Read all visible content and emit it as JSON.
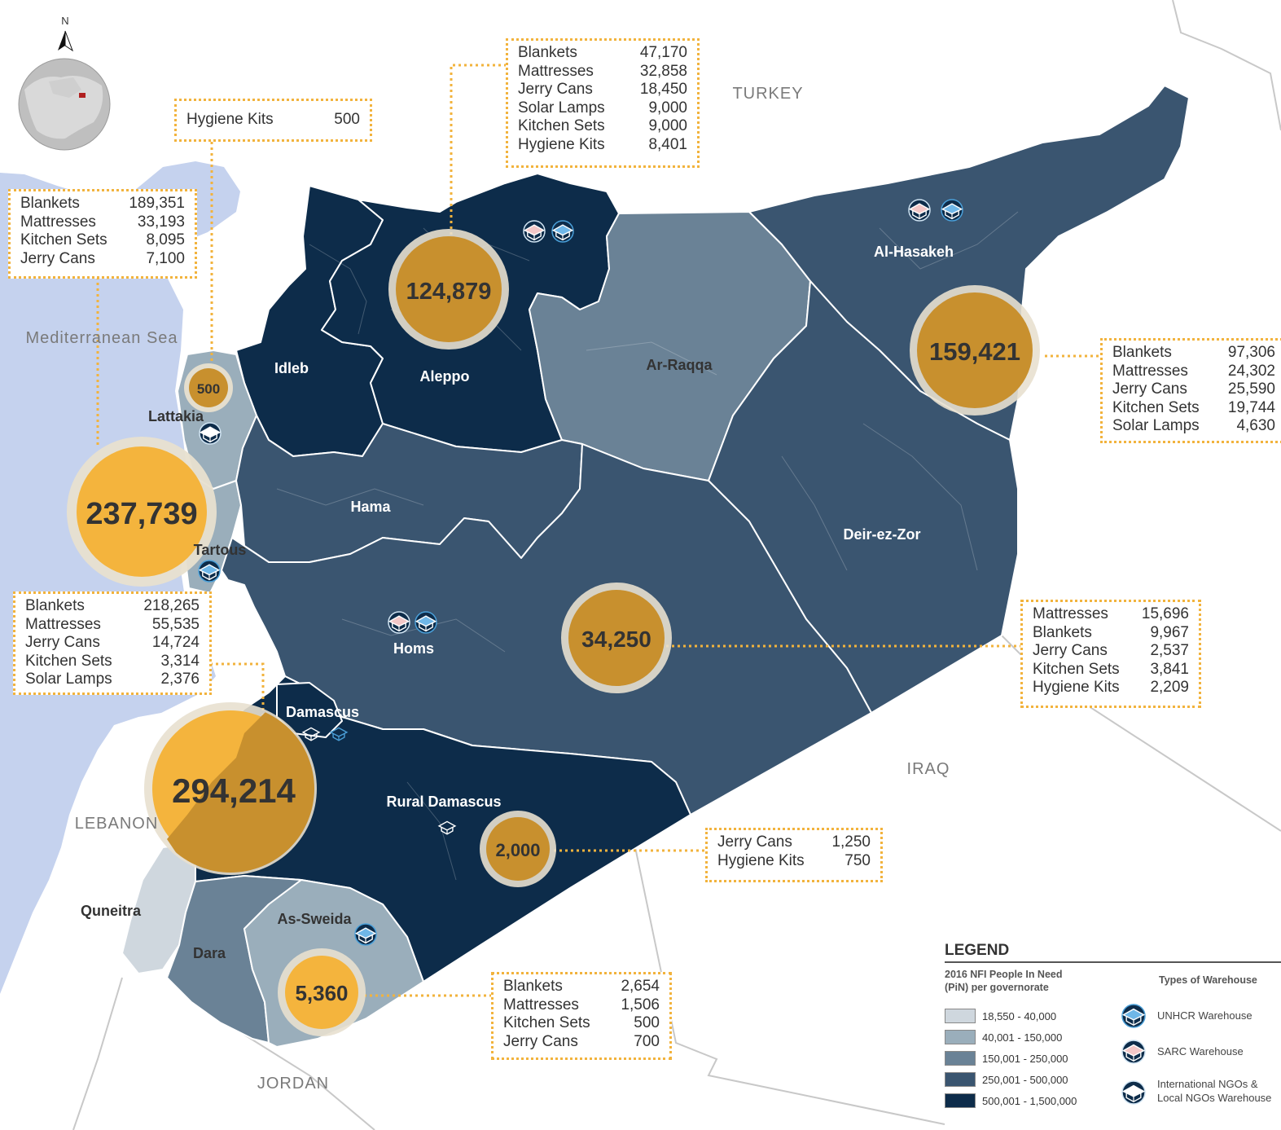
{
  "colors": {
    "water": "#c5d2ee",
    "class1": "#cfd7de",
    "class2": "#9aaebb",
    "class3": "#6a8296",
    "class4": "#3a5570",
    "class5": "#0d2c4a",
    "bubble": "#c8902e",
    "bubble_bright": "#f4b43d",
    "bubble_halo": "#e8e0cf",
    "box_border": "#f2b33d"
  },
  "north_label": "N",
  "countries": {
    "turkey": "TURKEY",
    "iraq": "IRAQ",
    "lebanon": "LEBANON",
    "jordan": "JORDAN"
  },
  "sea": "Mediterranean Sea",
  "governorates": [
    {
      "key": "idleb",
      "name": "Idleb",
      "class": 5
    },
    {
      "key": "aleppo",
      "name": "Aleppo",
      "class": 5
    },
    {
      "key": "raqqa",
      "name": "Ar-Raqqa",
      "class": 3
    },
    {
      "key": "hasakeh",
      "name": "Al-Hasakeh",
      "class": 4
    },
    {
      "key": "lattakia",
      "name": "Lattakia",
      "class": 2
    },
    {
      "key": "tartous",
      "name": "Tartous",
      "class": 2
    },
    {
      "key": "hama",
      "name": "Hama",
      "class": 4
    },
    {
      "key": "deir",
      "name": "Deir-ez-Zor",
      "class": 4
    },
    {
      "key": "homs",
      "name": "Homs",
      "class": 4
    },
    {
      "key": "damascus",
      "name": "Damascus",
      "class": 5
    },
    {
      "key": "rural",
      "name": "Rural Damascus",
      "class": 5
    },
    {
      "key": "quneitra",
      "name": "Quneitra",
      "class": 1
    },
    {
      "key": "dara",
      "name": "Dara",
      "class": 3
    },
    {
      "key": "sweida",
      "name": "As-Sweida",
      "class": 2
    }
  ],
  "bubbles": {
    "aleppo": "124,879",
    "hasakeh": "159,421",
    "lattakia": "500",
    "tartous": "237,739",
    "deir": "34,250",
    "damascus": "294,214",
    "rural": "2,000",
    "sweida": "5,360"
  },
  "boxes": {
    "aleppo": [
      {
        "item": "Blankets",
        "value": "47,170"
      },
      {
        "item": "Mattresses",
        "value": "32,858"
      },
      {
        "item": "Jerry Cans",
        "value": "18,450"
      },
      {
        "item": "Solar Lamps",
        "value": "9,000"
      },
      {
        "item": "Kitchen Sets",
        "value": "9,000"
      },
      {
        "item": "Hygiene Kits",
        "value": "8,401"
      }
    ],
    "lattakia": [
      {
        "item": "Hygiene Kits",
        "value": "500"
      }
    ],
    "tartous": [
      {
        "item": "Blankets",
        "value": "189,351"
      },
      {
        "item": "Mattresses",
        "value": "33,193"
      },
      {
        "item": "Kitchen Sets",
        "value": "8,095"
      },
      {
        "item": "Jerry Cans",
        "value": "7,100"
      }
    ],
    "hasakeh": [
      {
        "item": "Blankets",
        "value": "97,306"
      },
      {
        "item": "Mattresses",
        "value": "24,302"
      },
      {
        "item": "Jerry Cans",
        "value": "25,590"
      },
      {
        "item": "Kitchen Sets",
        "value": "19,744"
      },
      {
        "item": "Solar Lamps",
        "value": "4,630"
      }
    ],
    "damascus": [
      {
        "item": "Blankets",
        "value": "218,265"
      },
      {
        "item": "Mattresses",
        "value": "55,535"
      },
      {
        "item": "Jerry Cans",
        "value": "14,724"
      },
      {
        "item": "Kitchen Sets",
        "value": "3,314"
      },
      {
        "item": "Solar Lamps",
        "value": "2,376"
      }
    ],
    "deir": [
      {
        "item": "Mattresses",
        "value": "15,696"
      },
      {
        "item": "Blankets",
        "value": "9,967"
      },
      {
        "item": "Jerry Cans",
        "value": "2,537"
      },
      {
        "item": "Kitchen Sets",
        "value": "3,841"
      },
      {
        "item": "Hygiene Kits",
        "value": "2,209"
      }
    ],
    "rural": [
      {
        "item": "Jerry Cans",
        "value": "1,250"
      },
      {
        "item": "Hygiene Kits",
        "value": "750"
      }
    ],
    "sweida": [
      {
        "item": "Blankets",
        "value": "2,654"
      },
      {
        "item": "Mattresses",
        "value": "1,506"
      },
      {
        "item": "Kitchen Sets",
        "value": "500"
      },
      {
        "item": "Jerry Cans",
        "value": "700"
      }
    ]
  },
  "legend": {
    "title": "LEGEND",
    "subtitle_line1": "2016 NFI People In Need",
    "subtitle_line2": "(PiN) per governorate",
    "ranges": [
      "18,550 - 40,000",
      "40,001 - 150,000",
      "150,001 - 250,000",
      "250,001 - 500,000",
      "500,001 - 1,500,000"
    ],
    "warehouse_title": "Types of Warehouse",
    "warehouses": [
      {
        "line1": "UNHCR Warehouse",
        "line2": "",
        "icon": "unhcr-warehouse-icon"
      },
      {
        "line1": "SARC Warehouse",
        "line2": "",
        "icon": "sarc-warehouse-icon"
      },
      {
        "line1": "International NGOs &",
        "line2": "Local NGOs Warehouse",
        "icon": "ngo-warehouse-icon"
      }
    ]
  }
}
